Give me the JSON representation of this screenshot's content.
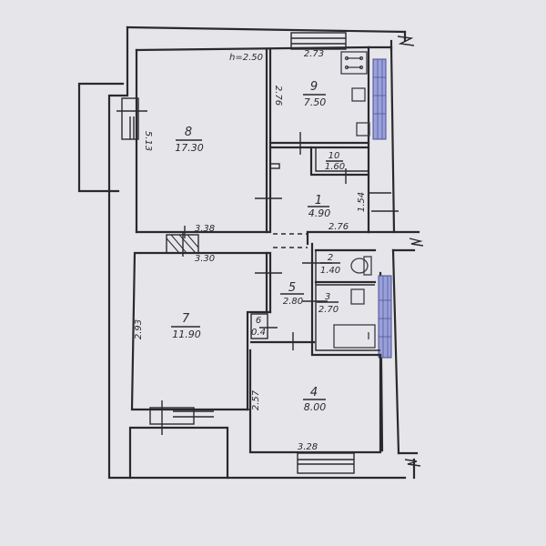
{
  "plan": {
    "ceiling_height": "h=2.50",
    "rooms": [
      {
        "id": "1",
        "area": "4.90"
      },
      {
        "id": "2",
        "area": "1.40"
      },
      {
        "id": "3",
        "area": "2.70"
      },
      {
        "id": "4",
        "area": "8.00"
      },
      {
        "id": "5",
        "area": "2.80"
      },
      {
        "id": "6",
        "area": "0.4"
      },
      {
        "id": "7",
        "area": "11.90"
      },
      {
        "id": "8",
        "area": "17.30"
      },
      {
        "id": "9",
        "area": "7.50"
      },
      {
        "id": "10",
        "area": "1.60"
      }
    ],
    "dimensions": {
      "room9_width": "2.73",
      "room9_depth": "2.76",
      "room8_depth": "5.13",
      "room8_width": "3.38",
      "room7_width": "3.30",
      "room7_depth": "2.93",
      "room1_width": "2.76",
      "room1_depth": "1.54",
      "room4_depth": "2.57",
      "room4_width": "3.28"
    },
    "colors": {
      "paper": "#e6e6ea",
      "ink": "#2a2a2e",
      "radiator": "#9aa0dc"
    }
  }
}
